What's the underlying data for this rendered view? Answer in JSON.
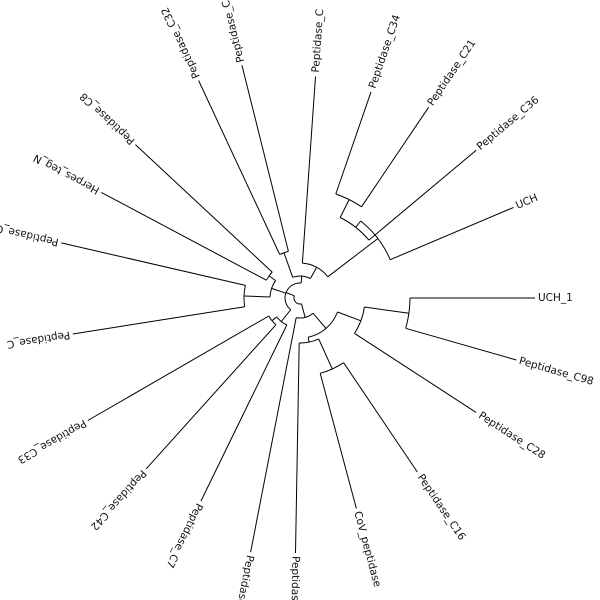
{
  "tree": {
    "layout": "circular",
    "line_color": "#000000",
    "label_color": "#111111",
    "leaves": [
      "UCH_1",
      "Peptidase_C98",
      "Peptidase_C28",
      "Peptidase_C16",
      "CoV_peptidase",
      "Peptidase_C",
      "Peptidase_C",
      "Peptidase_C7",
      "Peptidase_C42",
      "Peptidase_C33",
      "Peptidase_C",
      "Peptidase_C",
      "Herpes_teg_N",
      "Peptidase_C8",
      "Peptidase_C32",
      "Peptidase_C",
      "Peptidase_C",
      "Peptidase_C34",
      "Peptidase_C21",
      "Peptidase_C36",
      "UCH"
    ]
  }
}
